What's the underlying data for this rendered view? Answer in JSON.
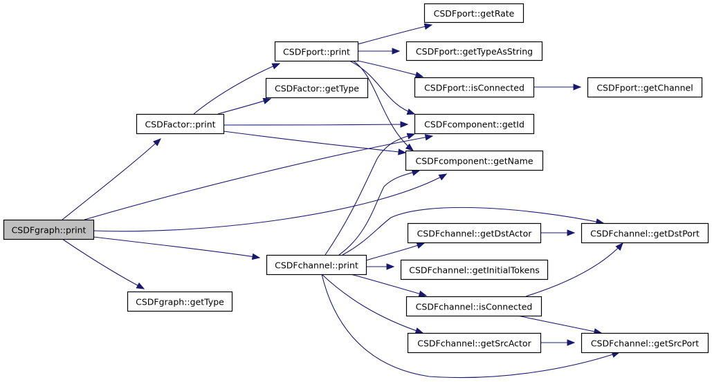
{
  "title": "Call graph of CSDFgraph::print",
  "colors": {
    "edge": "#191970",
    "root_fill": "#bfbfbf",
    "node_fill": "#ffffff",
    "node_border": "#000000"
  },
  "nodes": [
    {
      "id": "graph_print",
      "label": "CSDFgraph::print",
      "root": true
    },
    {
      "id": "actor_print",
      "label": "CSDFactor::print"
    },
    {
      "id": "graph_getType",
      "label": "CSDFgraph::getType"
    },
    {
      "id": "port_print",
      "label": "CSDFport::print"
    },
    {
      "id": "actor_getType",
      "label": "CSDFactor::getType"
    },
    {
      "id": "channel_print",
      "label": "CSDFchannel::print"
    },
    {
      "id": "port_getRate",
      "label": "CSDFport::getRate"
    },
    {
      "id": "port_getTypeAsString",
      "label": "CSDFport::getTypeAsString"
    },
    {
      "id": "port_isConnected",
      "label": "CSDFport::isConnected"
    },
    {
      "id": "port_getChannel",
      "label": "CSDFport::getChannel"
    },
    {
      "id": "comp_getId",
      "label": "CSDFcomponent::getId"
    },
    {
      "id": "comp_getName",
      "label": "CSDFcomponent::getName"
    },
    {
      "id": "ch_getDstActor",
      "label": "CSDFchannel::getDstActor"
    },
    {
      "id": "ch_getInitialTokens",
      "label": "CSDFchannel::getInitialTokens"
    },
    {
      "id": "ch_isConnected",
      "label": "CSDFchannel::isConnected"
    },
    {
      "id": "ch_getSrcActor",
      "label": "CSDFchannel::getSrcActor"
    },
    {
      "id": "ch_getDstPort",
      "label": "CSDFchannel::getDstPort"
    },
    {
      "id": "ch_getSrcPort",
      "label": "CSDFchannel::getSrcPort"
    }
  ],
  "edges": [
    {
      "from": "graph_print",
      "to": "actor_print"
    },
    {
      "from": "graph_print",
      "to": "comp_getId"
    },
    {
      "from": "graph_print",
      "to": "comp_getName"
    },
    {
      "from": "graph_print",
      "to": "channel_print"
    },
    {
      "from": "graph_print",
      "to": "graph_getType"
    },
    {
      "from": "actor_print",
      "to": "port_print"
    },
    {
      "from": "actor_print",
      "to": "actor_getType"
    },
    {
      "from": "actor_print",
      "to": "comp_getId"
    },
    {
      "from": "actor_print",
      "to": "comp_getName"
    },
    {
      "from": "port_print",
      "to": "port_getRate"
    },
    {
      "from": "port_print",
      "to": "port_getTypeAsString"
    },
    {
      "from": "port_print",
      "to": "port_isConnected"
    },
    {
      "from": "port_print",
      "to": "comp_getId"
    },
    {
      "from": "port_print",
      "to": "comp_getName"
    },
    {
      "from": "port_isConnected",
      "to": "port_getChannel"
    },
    {
      "from": "channel_print",
      "to": "comp_getId"
    },
    {
      "from": "channel_print",
      "to": "comp_getName"
    },
    {
      "from": "channel_print",
      "to": "ch_getDstPort"
    },
    {
      "from": "channel_print",
      "to": "ch_getDstActor"
    },
    {
      "from": "channel_print",
      "to": "ch_getInitialTokens"
    },
    {
      "from": "channel_print",
      "to": "ch_isConnected"
    },
    {
      "from": "channel_print",
      "to": "ch_getSrcActor"
    },
    {
      "from": "channel_print",
      "to": "ch_getSrcPort"
    },
    {
      "from": "ch_getDstActor",
      "to": "ch_getDstPort"
    },
    {
      "from": "ch_isConnected",
      "to": "ch_getDstPort"
    },
    {
      "from": "ch_isConnected",
      "to": "ch_getSrcPort"
    },
    {
      "from": "ch_getSrcActor",
      "to": "ch_getSrcPort"
    }
  ]
}
